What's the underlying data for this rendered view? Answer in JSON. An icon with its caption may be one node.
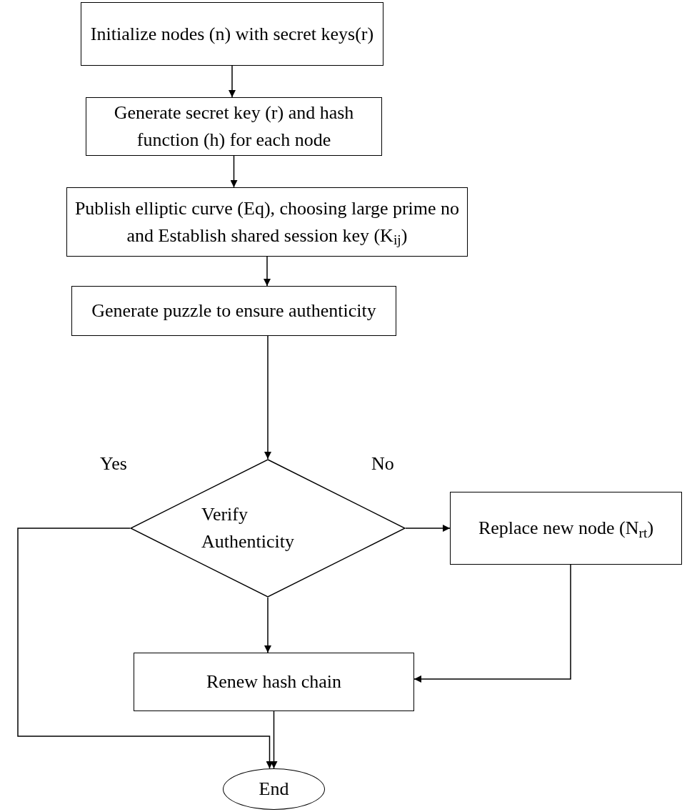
{
  "diagram": {
    "nodes": [
      {
        "text": [
          "Initialize nodes (n) with secret keys(r)"
        ]
      },
      {
        "text": [
          "Generate secret key (r) and hash function (h) for each node"
        ]
      },
      {
        "text": [
          "Publish elliptic curve (Eq), choosing large prime no and Establish shared session key (K$_{ij}$)"
        ]
      },
      {
        "text": [
          "Generate puzzle to ensure authenticity"
        ]
      },
      {
        "text": [
          "Verify Authenticity"
        ]
      },
      {
        "text": [
          "Replace new node (N$_{rt}$)"
        ]
      },
      {
        "text": [
          "Renew hash chain"
        ]
      },
      {
        "text": [
          "End"
        ]
      }
    ],
    "edges": [
      {
        "from": 0,
        "to": 1,
        "arrow": "to"
      },
      {
        "from": 1,
        "to": 2,
        "arrow": "to"
      },
      {
        "from": 2,
        "to": 3,
        "arrow": "to"
      },
      {
        "from": 3,
        "to": 4,
        "arrow": "to"
      },
      {
        "from": 4,
        "to": 5,
        "arrow": "to"
      },
      {
        "from": 4,
        "to": 6,
        "arrow": "to"
      },
      {
        "from": 4,
        "to": 7,
        "arrow": "to"
      },
      {
        "from": 5,
        "to": 6,
        "arrow": "to"
      },
      {
        "from": 6,
        "to": 7,
        "arrow": "to"
      }
    ],
    "labels": [
      "Yes",
      "No"
    ]
  }
}
